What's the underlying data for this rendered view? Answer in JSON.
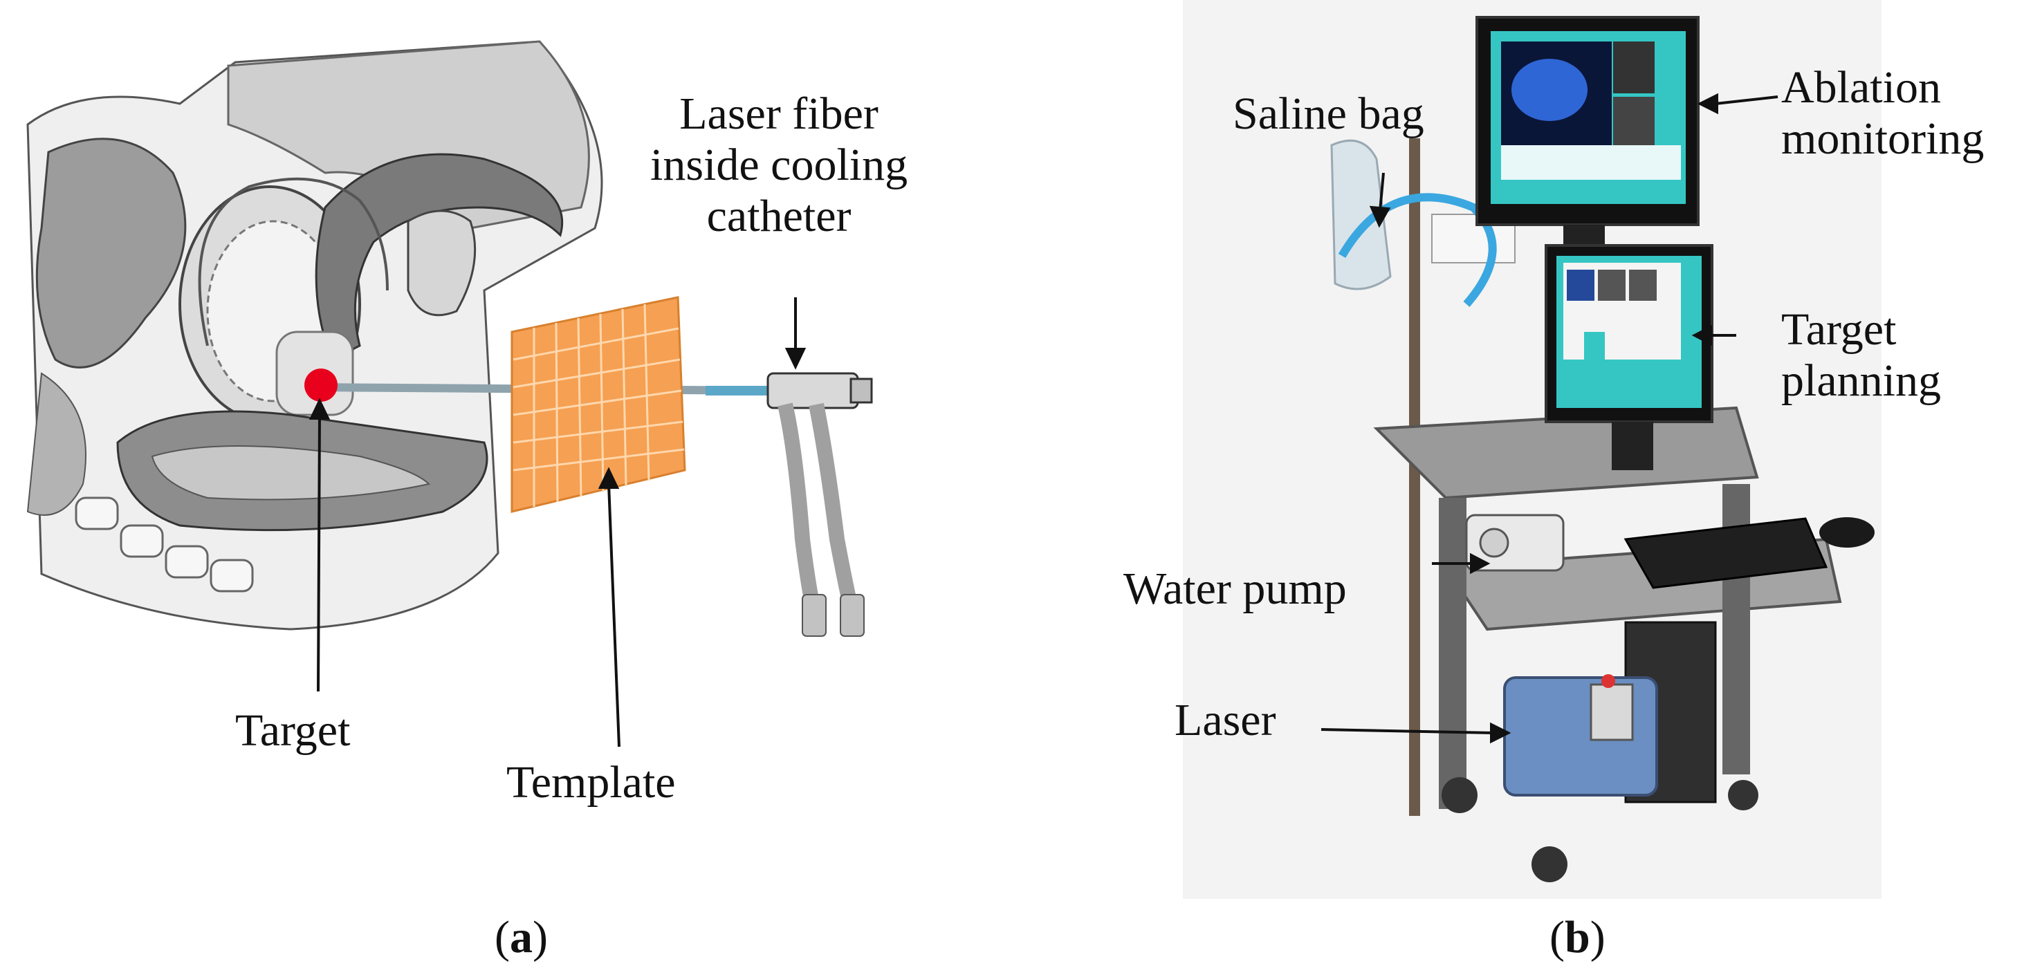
{
  "panel_a": {
    "labels": {
      "laser_fiber": [
        "Laser fiber",
        "inside cooling",
        "catheter"
      ],
      "target": "Target",
      "template": "Template"
    },
    "caption": {
      "open": "(",
      "letter": "a",
      "close": ")"
    }
  },
  "panel_b": {
    "labels": {
      "saline_bag": "Saline bag",
      "ablation_monitoring": [
        "Ablation",
        "monitoring"
      ],
      "target_planning": [
        "Target",
        "planning"
      ],
      "water_pump": "Water pump",
      "laser": "Laser"
    },
    "caption": {
      "open": "(",
      "letter": "b",
      "close": ")"
    }
  },
  "colors": {
    "target_dot": "#e8001c",
    "template_grid": "#f5a052",
    "catheter": "#5aa7c8",
    "screen_cyan": "#35c6c3",
    "laser_unit": "#6b8fc2"
  }
}
